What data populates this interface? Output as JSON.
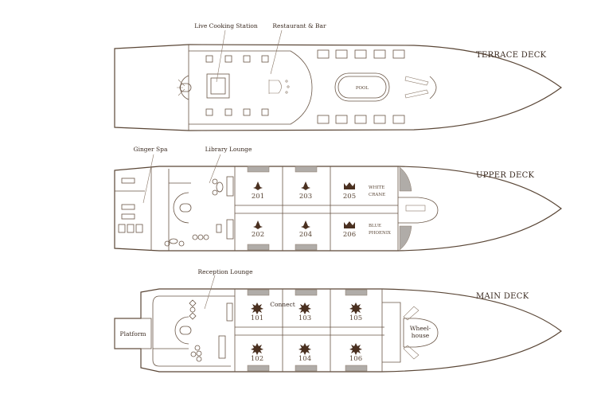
{
  "decks": {
    "terrace": {
      "title": "TERRACE DECK",
      "labels": {
        "cooking": "Live Cooking Station",
        "restaurant": "Restaurant & Bar",
        "pool": "POOL"
      }
    },
    "upper": {
      "title": "UPPER DECK",
      "labels": {
        "spa": "Ginger Spa",
        "library": "Library Lounge"
      },
      "cabins": [
        "201",
        "203",
        "205",
        "202",
        "204",
        "206"
      ],
      "suite_names": {
        "white_1": "WHITE",
        "white_2": "CRANE",
        "blue_1": "BLUE",
        "blue_2": "PHOENIX"
      }
    },
    "main": {
      "title": "MAIN DECK",
      "labels": {
        "reception": "Reception Lounge",
        "platform": "Platform",
        "connect": "Connect",
        "wheel_1": "Wheel-",
        "wheel_2": "house"
      },
      "cabins": [
        "101",
        "103",
        "105",
        "102",
        "104",
        "106"
      ]
    }
  },
  "colors": {
    "line": "#5a4636",
    "bed": "#b0aca8",
    "icon": "#4a3020"
  }
}
